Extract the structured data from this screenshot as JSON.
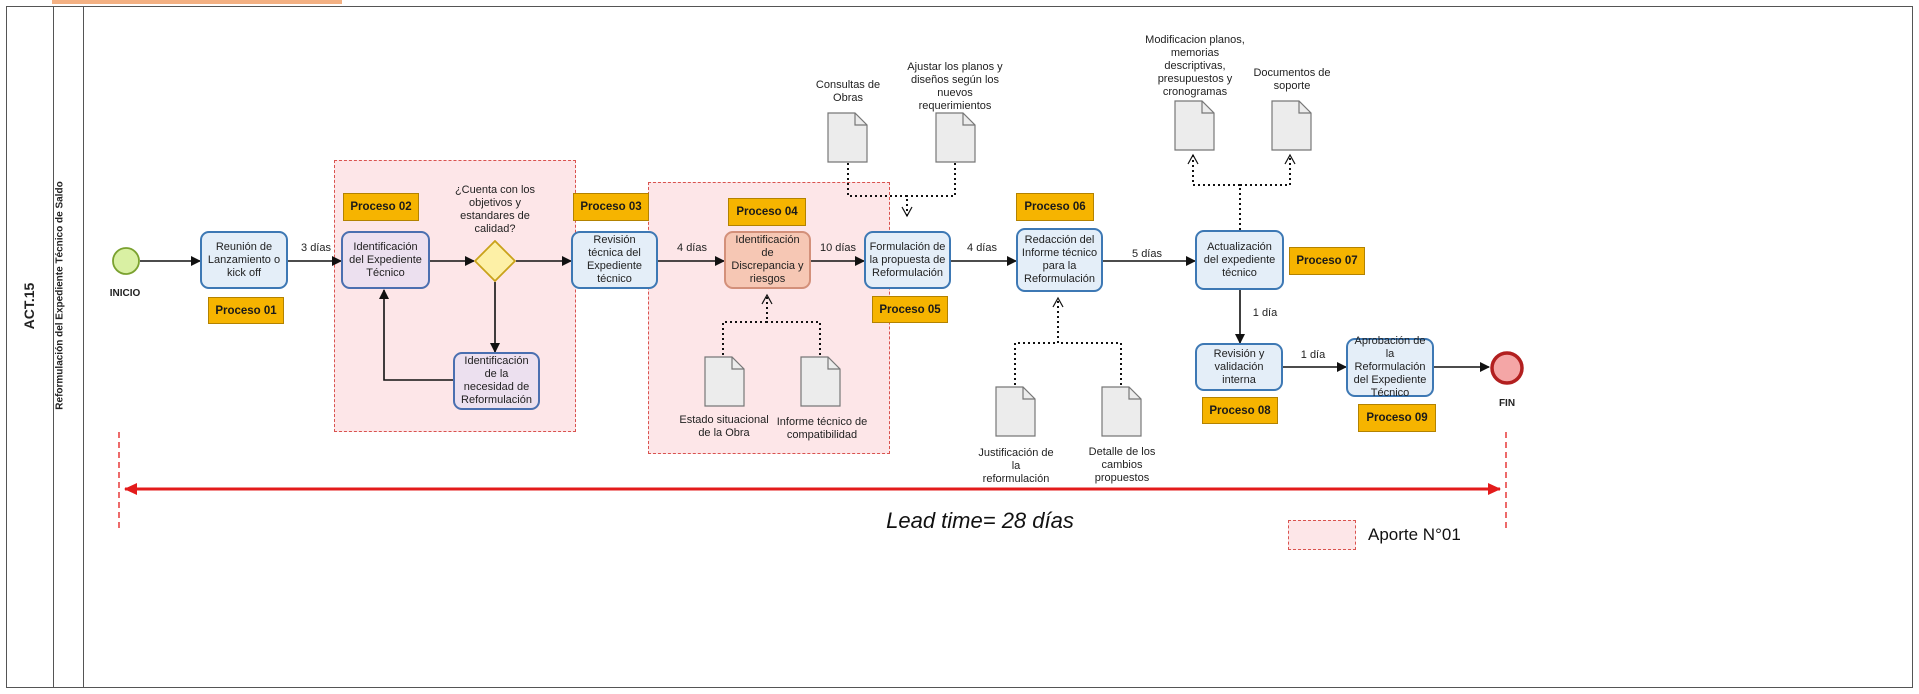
{
  "lane": {
    "id_label": "ACT.15",
    "name": "Reformulación del Expediente Técnico de Saldo"
  },
  "events": {
    "start_label": "INICIO",
    "end_label": "FIN"
  },
  "tasks": {
    "t1": "Reunión de Lanzamiento o kick off",
    "t2": "Identificación del Expediente Técnico",
    "t2b": "Identificación de la necesidad de Reformulación",
    "t3": "Revisión técnica del Expediente técnico",
    "t4": "Identificación de Discrepancia y riesgos",
    "t5": "Formulación de la propuesta de Reformulación",
    "t6": "Redacción del Informe técnico para la Reformulación",
    "t7": "Actualización del expediente técnico",
    "t8": "Revisión y validación interna",
    "t9": "Aprobación de la Reformulación del Expediente Técnico"
  },
  "gateway": {
    "question": "¿Cuenta con los objetivos y estandares de calidad?"
  },
  "process_labels": {
    "p01": "Proceso 01",
    "p02": "Proceso 02",
    "p03": "Proceso 03",
    "p04": "Proceso 04",
    "p05": "Proceso 05",
    "p06": "Proceso 06",
    "p07": "Proceso 07",
    "p08": "Proceso 08",
    "p09": "Proceso 09"
  },
  "durations": {
    "d1": "3 días",
    "d2": "4 días",
    "d3": "10 días",
    "d4": "4 días",
    "d5": "5 días",
    "d6": "1 día",
    "d7": "1 día"
  },
  "documents": {
    "consultas": "Consultas de Obras",
    "ajustar": "Ajustar los planos y diseños según los nuevos requerimientos",
    "estado": "Estado situacional de la Obra",
    "informe_compat": "Informe técnico de compatibilidad",
    "justificacion": "Justificación de la reformulación",
    "detalle": "Detalle de los cambios propuestos",
    "modificacion": "Modificacion planos, memorias descriptivas, presupuestos y cronogramas",
    "soporte": "Documentos de soporte"
  },
  "lead_time": "Lead time= 28 días",
  "legend": {
    "label": "Aporte N°01"
  },
  "colors": {
    "task_border": "#3d78b4",
    "task_fill": "#e4eef8",
    "process_tag": "#f6b400",
    "zone_fill": "#fde6e8",
    "zone_border": "#d9534f",
    "lead_arrow": "#e31b1b",
    "start_fill": "#d9f0a3",
    "end_fill": "#f4a6a6"
  }
}
